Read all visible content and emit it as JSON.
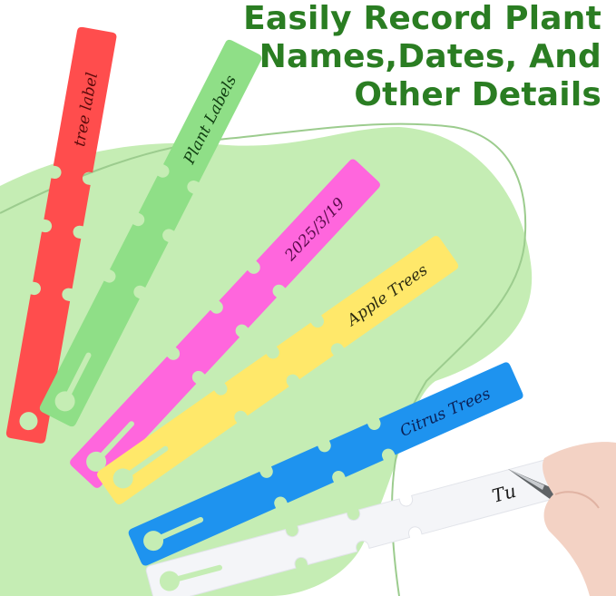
{
  "headline": {
    "lines": [
      "Easily Record Plant",
      "Names,Dates, And",
      "Other Details"
    ],
    "color": "#2a7d22"
  },
  "background": {
    "page_color": "#ffffff",
    "blob_color": "#c5edb4",
    "blob_outline_color": "#9ccc8e"
  },
  "tags": [
    {
      "id": "red",
      "color": "#ff4d4d",
      "text": "tree label",
      "text_color": "#5a0a0a"
    },
    {
      "id": "green",
      "color": "#8fdf87",
      "text": "Plant Labels",
      "text_color": "#0f3d10"
    },
    {
      "id": "magenta",
      "color": "#ff66dd",
      "text": "2025/3/19",
      "text_color": "#5a0a4a"
    },
    {
      "id": "yellow",
      "color": "#ffe86a",
      "text": "Apple Trees",
      "text_color": "#2a2a10"
    },
    {
      "id": "blue",
      "color": "#1e93ef",
      "text": "Citrus Trees",
      "text_color": "#0a1f55"
    },
    {
      "id": "white",
      "color": "#f4f5f8",
      "text": "Tu",
      "text_color": "#1a1a1a"
    }
  ],
  "hand": {
    "skin_color": "#f3d2c4",
    "pen_color": "#5f6366"
  }
}
